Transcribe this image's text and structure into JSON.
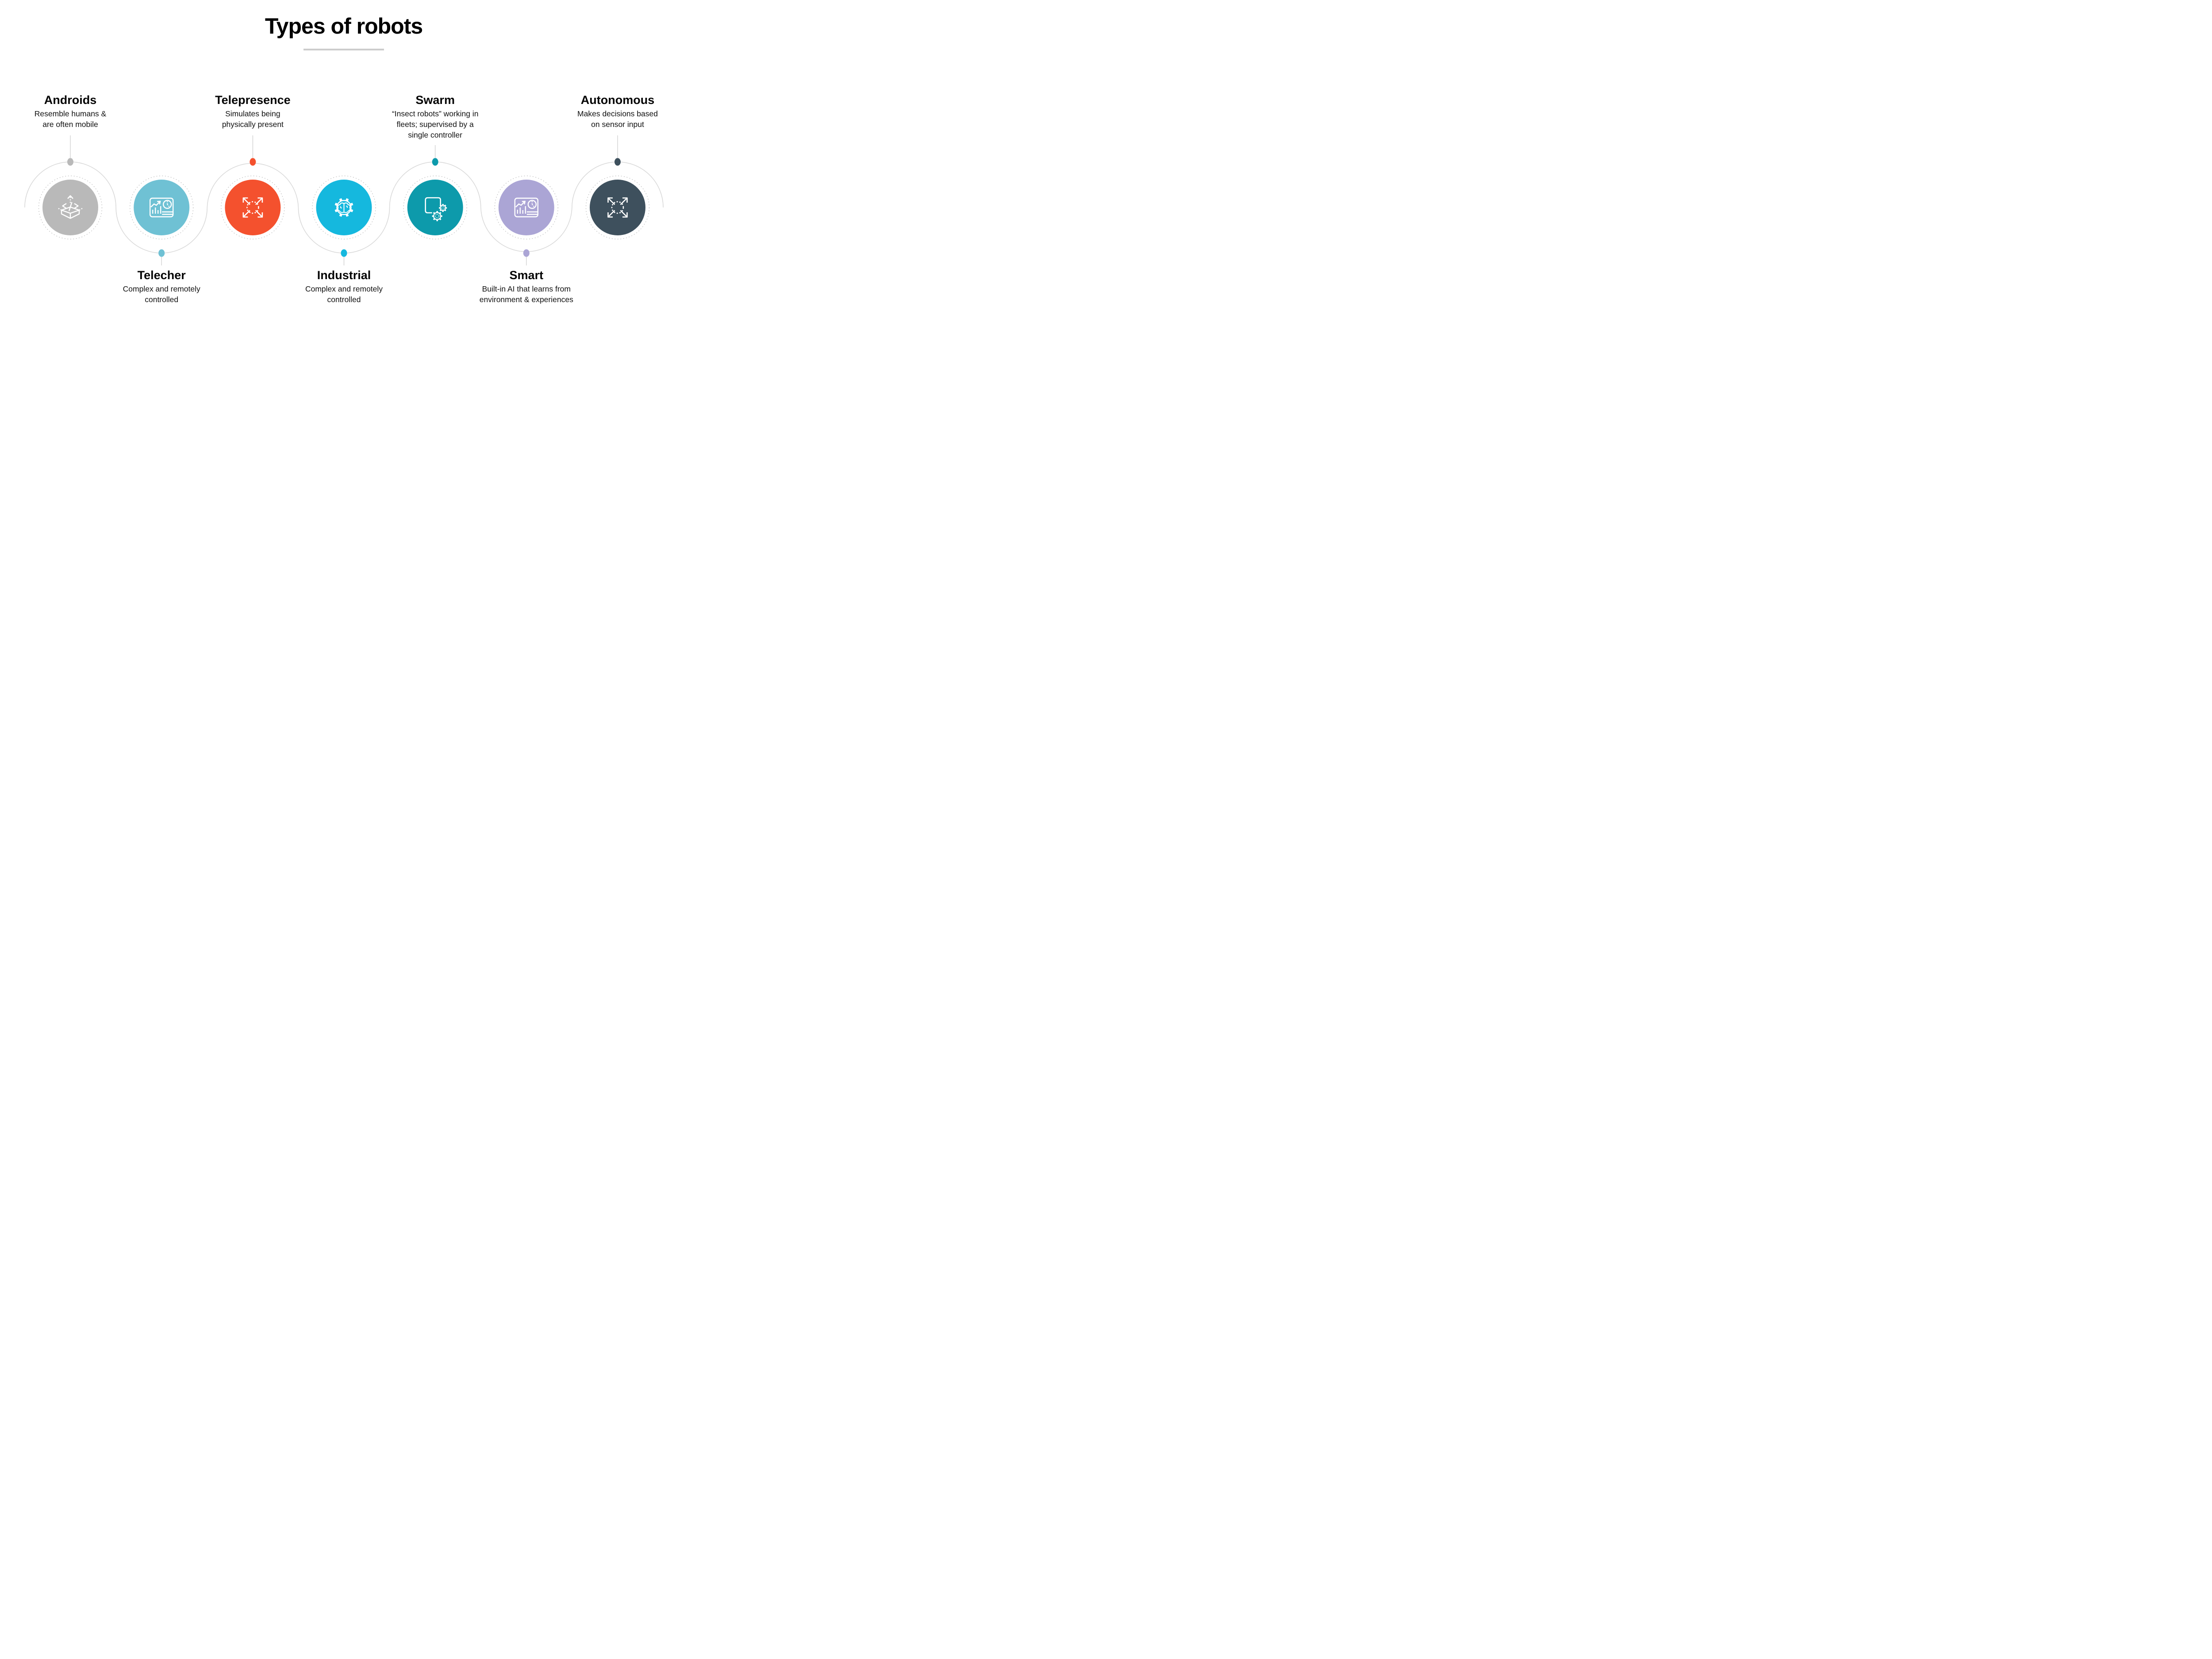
{
  "title": "Types of robots",
  "theme": {
    "connector_color": "#dadada",
    "dashed_ring_color": "#c3c3c3",
    "pointer_line_color": "#d4d4d4",
    "title_underline_color": "#cccccc",
    "icon_color": "#ffffff"
  },
  "items": [
    {
      "name": "Androids",
      "description": "Resemble humans &\nare often mobile",
      "color": "#b9b9b9",
      "icon": "box-code-icon",
      "label_position": "top"
    },
    {
      "name": "Telecher",
      "description": "Complex and remotely\ncontrolled",
      "color": "#6fc1d4",
      "icon": "dashboard-icon",
      "label_position": "bottom"
    },
    {
      "name": "Telepresence",
      "description": "Simulates being\nphysically present",
      "color": "#f4512e",
      "icon": "expand-arrows-icon",
      "label_position": "top"
    },
    {
      "name": "Industrial",
      "description": "Complex and remotely\ncontrolled",
      "color": "#15b8de",
      "icon": "gear-brain-icon",
      "label_position": "bottom"
    },
    {
      "name": "Swarm",
      "description": "“Insect robots” working in\nfleets; supervised by a\nsingle controller",
      "color": "#0d9aab",
      "icon": "square-gears-icon",
      "label_position": "top"
    },
    {
      "name": "Smart",
      "description": "Built-in AI that learns from\nenvironment & experiences",
      "color": "#aba5d5",
      "icon": "dashboard-icon",
      "label_position": "bottom"
    },
    {
      "name": "Autonomous",
      "description": "Makes decisions based\non sensor input",
      "color": "#3e505d",
      "icon": "expand-arrows-icon",
      "label_position": "top"
    }
  ]
}
